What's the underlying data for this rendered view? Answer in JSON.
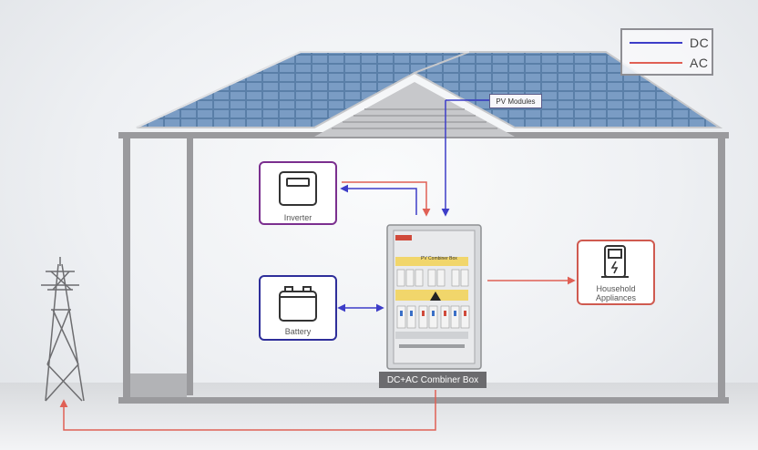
{
  "legend": {
    "items": [
      {
        "label": "DC",
        "color": "#3d3dc8"
      },
      {
        "label": "AC",
        "color": "#e06055"
      }
    ]
  },
  "nodes": {
    "pv_modules": "PV Modules",
    "inverter": "Inverter",
    "battery": "Battery",
    "household": "Household Appliances",
    "combiner_box": "DC+AC Combiner Box",
    "combiner_panel_title": "PV Combiner Box"
  },
  "colors": {
    "inverter_border": "#7b2f8f",
    "battery_border": "#2e2e9a",
    "household_border": "#cf5a50",
    "dc_line": "#3d3dc8",
    "ac_line": "#e06055"
  }
}
